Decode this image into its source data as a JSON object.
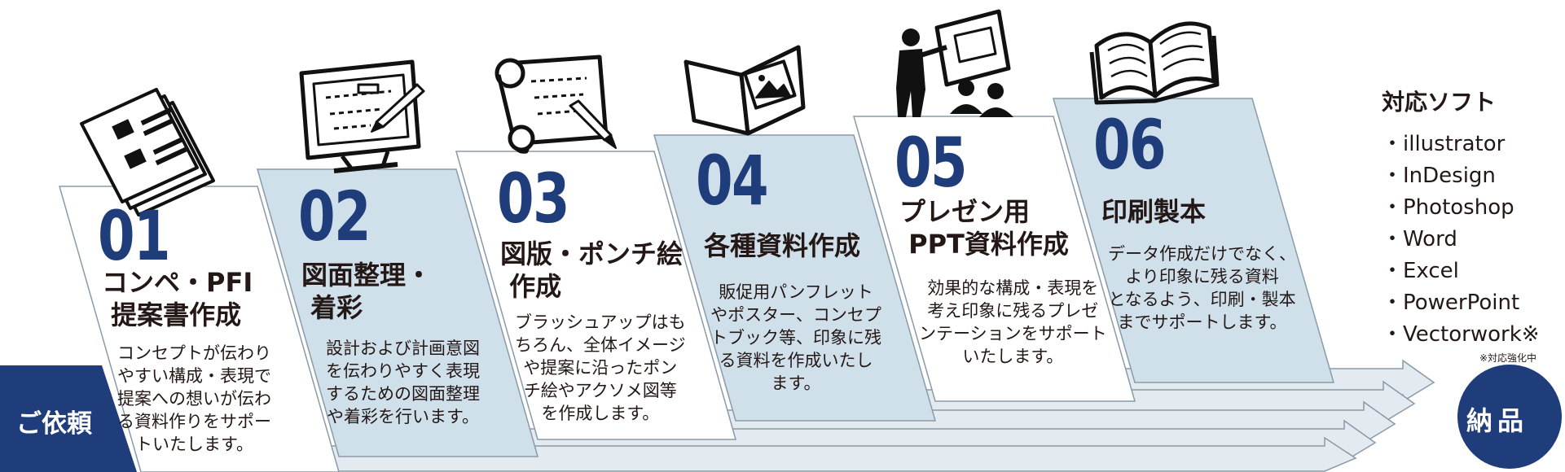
{
  "start_label": "ご依頼",
  "end_label": "納品",
  "colors": {
    "navy": "#1f3d7a",
    "light_blue": "#d0e0eb",
    "arrow_gray": "#e3eaf0",
    "outline": "#8a9aa8"
  },
  "steps": [
    {
      "number": "01",
      "title": "コンペ・PFI\n 提案書作成",
      "description": "コンセプトが伝わり\nやすい構成・表現で\n提案への想いが伝わ\nる資料作りをサポー\nトいたします。",
      "icon": "document-stack-icon"
    },
    {
      "number": "02",
      "title": "図面整理・\n 着彩",
      "description": "設計および計画意図\nを伝わりやすく表現\nするための図面整理\nや着彩を行います。",
      "icon": "monitor-drawing-icon"
    },
    {
      "number": "03",
      "title": "図版・ポンチ絵\n 作成",
      "description": "ブラッシュアップはも\nちろん、全体イメージ\nや提案に沿ったポン\nチ絵やアクソメ図等\nを作成します。",
      "icon": "scroll-pencil-icon"
    },
    {
      "number": "04",
      "title": "各種資料作成",
      "description": "販促用パンフレット\nやポスター、コンセプ\nトブック等、印象に残\nる資料を作成いたし\nます。",
      "icon": "brochure-icon"
    },
    {
      "number": "05",
      "title": "プレゼン用\n PPT資料作成",
      "description": "効果的な構成・表現を\n考え印象に残るプレゼ\nンテーションをサポート\nいたします。",
      "icon": "presentation-icon"
    },
    {
      "number": "06",
      "title": "印刷製本",
      "description": "データ作成だけでなく、\nより印象に残る資料\nとなるよう、印刷・製本\nまでサポートします。",
      "icon": "open-book-icon"
    }
  ],
  "software": {
    "title": "対応ソフト",
    "items": [
      "・illustrator",
      "・InDesign",
      "・Photoshop",
      "・Word",
      "・Excel",
      "・PowerPoint",
      "・Vectorwork※"
    ],
    "note": "※対応強化中"
  }
}
